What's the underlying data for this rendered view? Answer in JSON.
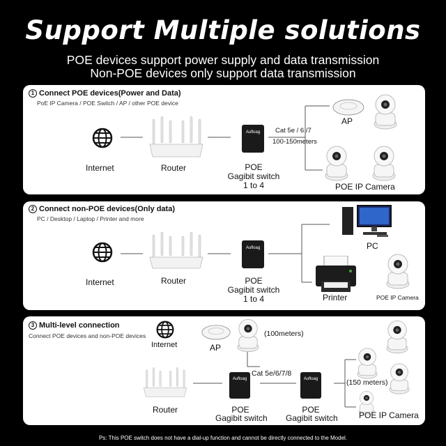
{
  "title": "Support Multiple solutions",
  "subtitle1": "POE devices support power supply and data transmission",
  "subtitle2": "Non-POE devices only support data transmission",
  "panel1": {
    "num": "1",
    "heading": "Connect POE devices(Power and Data)",
    "desc": "PoE IP Camera / POE Switch / AP / other POE device",
    "internet": "Internet",
    "router": "Router",
    "switch_line1": "POE",
    "switch_line2": "Gagibit switch",
    "switch_line3": "1 to 4",
    "cable_line1": "Cat 5e / 6 /7",
    "cable_line2": "100-150meters",
    "ap": "AP",
    "camera": "POE IP Camera",
    "brand": "Aufloag"
  },
  "panel2": {
    "num": "2",
    "heading": "Connect non-POE devices(Only data)",
    "desc": "PC / Desktop / Laptop / Printer and more",
    "internet": "Internet",
    "router": "Router",
    "switch_line1": "POE",
    "switch_line2": "Gagibit switch",
    "switch_line3": "1 to 4",
    "pc": "PC",
    "printer": "Printer",
    "camera": "POE IP Camera",
    "brand": "Aufloag"
  },
  "panel3": {
    "num": "3",
    "heading": "Multi-level connection",
    "desc": "Connect POE devices and non-POE devices",
    "internet": "Internet",
    "ap": "AP",
    "dist1": "(100meters)",
    "router": "Router",
    "cable": "Cat 5e/6/7/8",
    "switchA_line1": "POE",
    "switchA_line2": "Gagibit switch",
    "switchB_line1": "POE",
    "switchB_line2": "Gagibit switch",
    "dist2": "(150 meters)",
    "camera": "POE IP Camera",
    "brand": "Aufloag"
  },
  "footnote": "Ps: This POE switch does not have a dial-up function and cannot be directly connected to the Model."
}
